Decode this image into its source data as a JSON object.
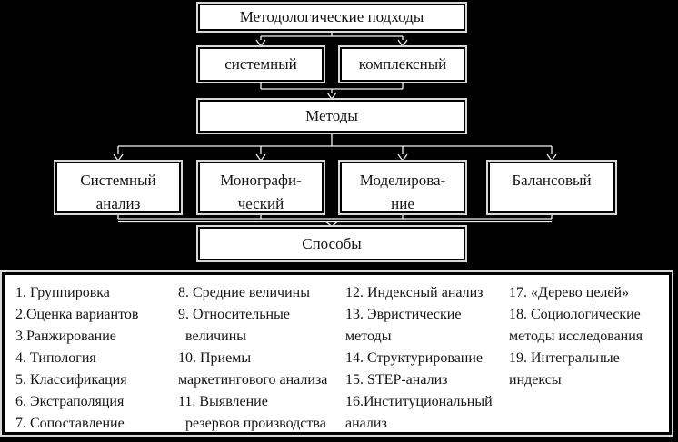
{
  "colors": {
    "background": "#000000",
    "box_fill": "#ffffff",
    "box_border": "#000000",
    "box_rim": "#d8d8d8",
    "connector": "#ffffff",
    "text": "#141414"
  },
  "flowchart": {
    "root": "Методологические подходы",
    "approaches": [
      "системный",
      "комплексный"
    ],
    "methods": "Методы",
    "method_types": [
      [
        "Системный",
        "анализ"
      ],
      [
        "Монографи-",
        "ческий"
      ],
      [
        "Моделирова-",
        "ние"
      ],
      [
        "Балансовый"
      ]
    ],
    "ways": "Способы"
  },
  "ways_list": {
    "columns": [
      {
        "lines": [
          "1. Группировка",
          "2.Оценка вариантов",
          "3.Ранжирование",
          "4. Типология",
          "5. Классификация",
          "6. Экстраполяция",
          "7. Сопоставление"
        ]
      },
      {
        "lines": [
          "8. Средние величины",
          "9. Относительные",
          "  величины",
          "10. Приемы",
          "маркетингового анализа",
          "11. Выявление",
          "  резервов производства"
        ]
      },
      {
        "lines": [
          "12. Индексный анализ",
          "13. Эвристические",
          "методы",
          "14. Структурирование",
          "15. STEP-анализ",
          "16.Институциональный",
          "анализ"
        ]
      },
      {
        "lines": [
          "17. «Дерево целей»",
          "18. Социологические",
          "методы исследования",
          "19. Интегральные",
          "индексы"
        ]
      }
    ]
  }
}
